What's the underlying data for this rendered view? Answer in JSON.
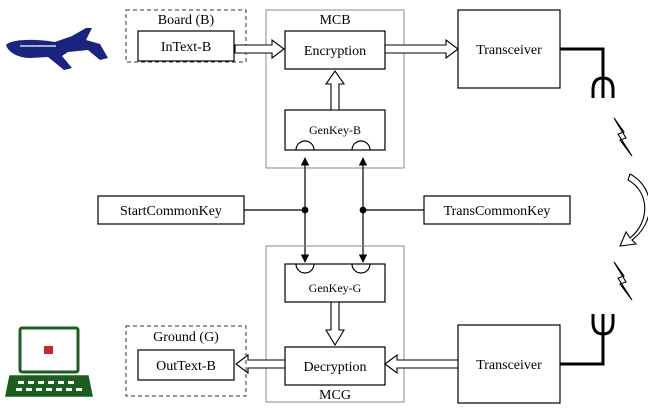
{
  "colors": {
    "plane": "#1a237e",
    "laptop": "#1b5e20",
    "screen_icon": "#c62828"
  },
  "icons": {
    "plane": "airplane-icon",
    "laptop": "laptop-icon",
    "antenna_top": "antenna-icon",
    "antenna_bottom": "antenna-icon",
    "links": "lightning-icon",
    "cycle": "curved-arrow-icon"
  },
  "board": {
    "label": "Board (B)",
    "intext": "InText-B"
  },
  "mcb": {
    "label": "MCB",
    "encryption": "Encryption",
    "genkey": "GenKey-B"
  },
  "transceiver_top": "Transceiver",
  "start_common_key": "StartCommonKey",
  "trans_common_key": "TransCommonKey",
  "mcg": {
    "label": "MCG",
    "genkey": "GenKey-G",
    "decryption": "Decryption"
  },
  "ground": {
    "label": "Ground (G)",
    "outtext": "OutText-B"
  },
  "transceiver_bottom": "Transceiver"
}
